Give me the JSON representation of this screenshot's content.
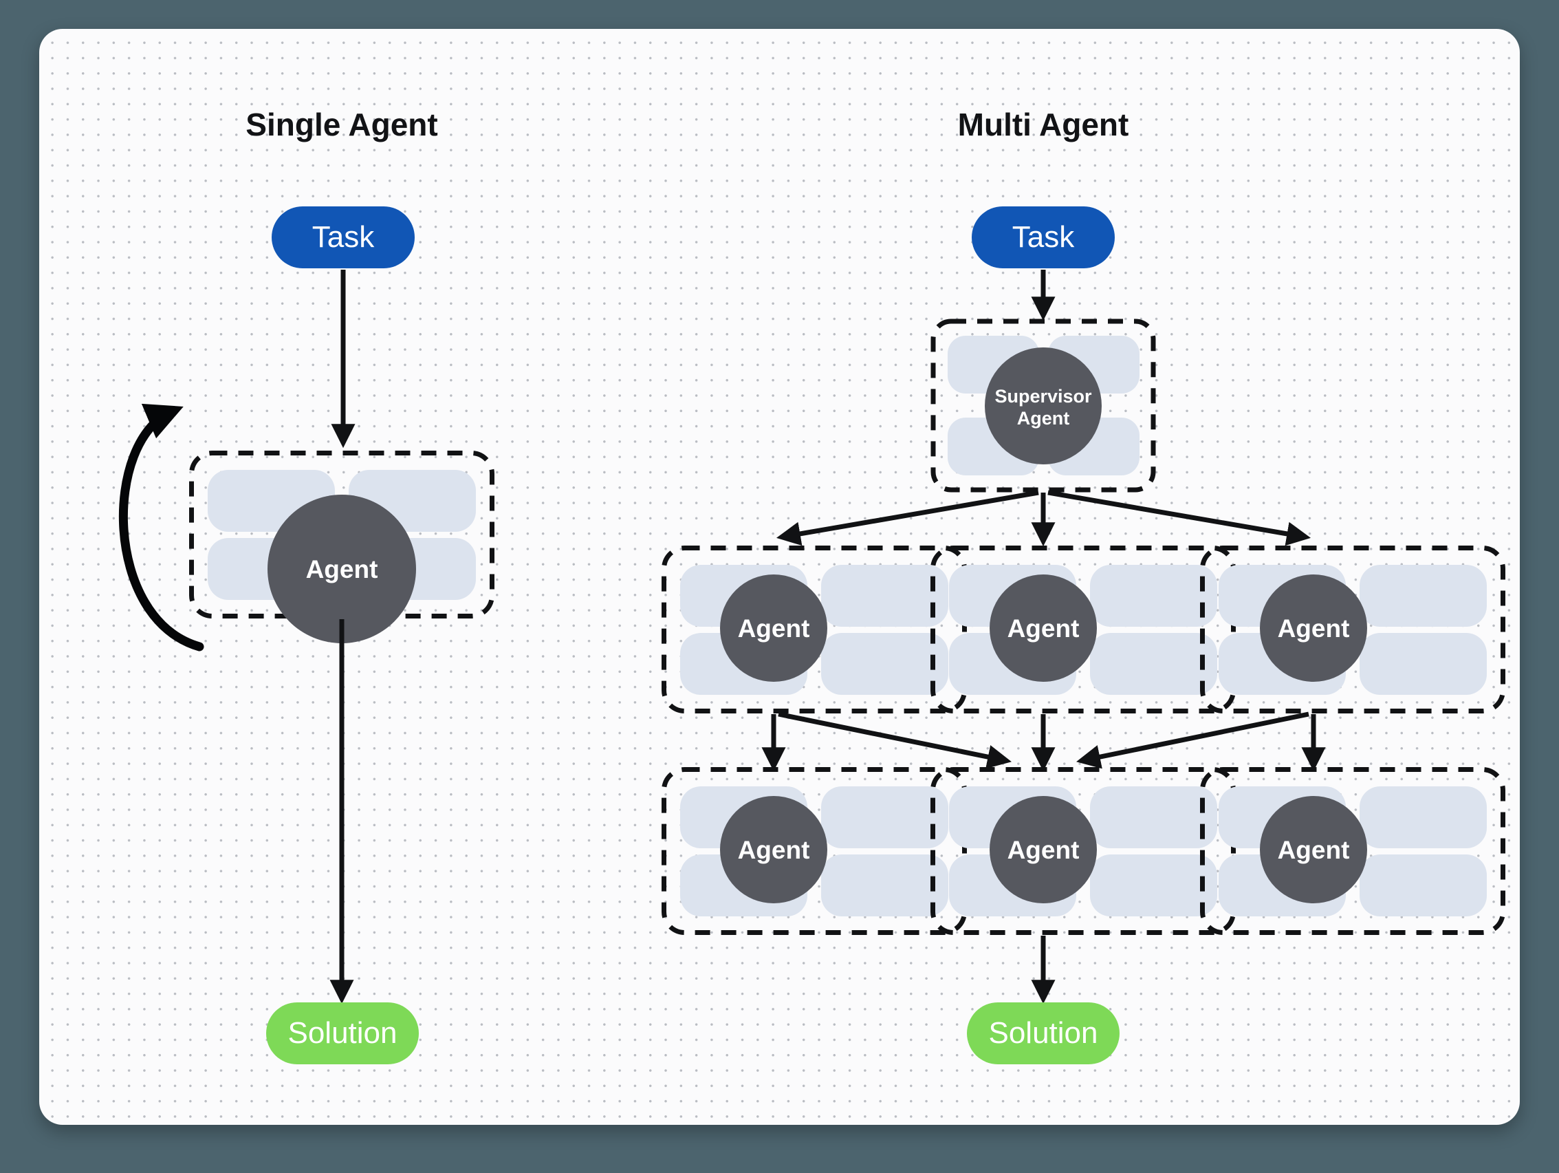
{
  "canvas": {
    "background_color": "#4c646e",
    "card_color": "#fbfbfc",
    "dot_color": "#b9bcc2"
  },
  "palette": {
    "task_blue": "#1156b5",
    "solution_green": "#7ed957",
    "agent_core_gray": "#56585f",
    "tile_blue_gray": "#dce3ee",
    "stroke_black": "#111214"
  },
  "panels": [
    {
      "id": "single-agent",
      "title": "Single Agent",
      "task_label": "Task",
      "solution_label": "Solution",
      "agent_label": "Agent",
      "has_feedback_loop": true
    },
    {
      "id": "multi-agent",
      "title": "Multi Agent",
      "task_label": "Task",
      "solution_label": "Solution",
      "supervisor_label_line1": "Supervisor",
      "supervisor_label_line2": "Agent",
      "agent_label": "Agent",
      "row1": [
        {
          "label": "Agent"
        },
        {
          "label": "Agent"
        },
        {
          "label": "Agent"
        }
      ],
      "row2": [
        {
          "label": "Agent"
        },
        {
          "label": "Agent"
        },
        {
          "label": "Agent"
        }
      ]
    }
  ],
  "labels": {
    "single_title": "Single Agent",
    "multi_title": "Multi Agent",
    "task": "Task",
    "solution": "Solution",
    "agent": "Agent",
    "supervisor_l1": "Supervisor",
    "supervisor_l2": "Agent"
  }
}
